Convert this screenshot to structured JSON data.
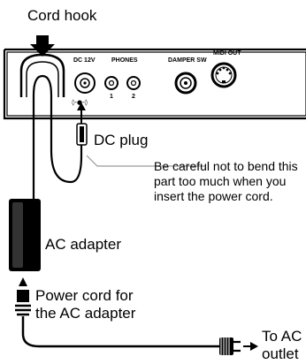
{
  "labels": {
    "cord_hook": "Cord hook",
    "dc_plug": "DC plug",
    "caution_note": "Be careful not to bend this part too much when you insert the power cord.",
    "ac_adapter": "AC adapter",
    "power_cord_line1": "Power cord for",
    "power_cord_line2": "the AC adapter",
    "to_ac_line1": "To AC",
    "to_ac_line2": "outlet"
  },
  "panel": {
    "dc_12v": "DC 12V",
    "phones": "PHONES",
    "phones_1": "1",
    "phones_2": "2",
    "damper_sw": "DAMPER SW",
    "midi_out": "MIDI OUT"
  },
  "icons": [
    "hook-arrow-icon",
    "dc-jack-icon",
    "phones-jack-icon",
    "damper-jack-icon",
    "midi-port-icon",
    "ac-plug-icon"
  ]
}
